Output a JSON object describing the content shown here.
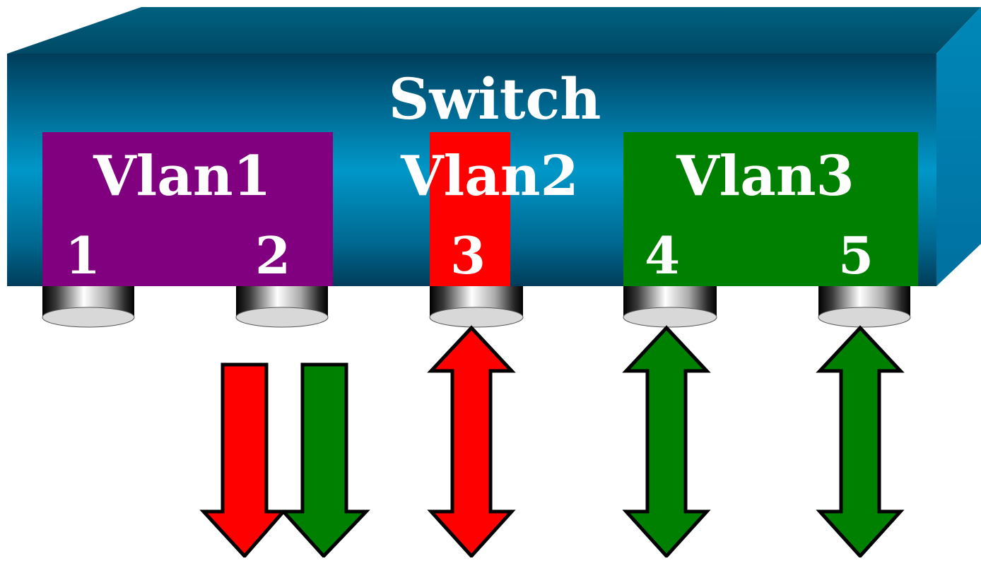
{
  "switch": {
    "label": "Switch",
    "colors": {
      "top": "#005577",
      "front_mid": "#0097c8",
      "front_dark": "#003d5a",
      "side": "#0077a8"
    }
  },
  "vlans": [
    {
      "label": "Vlan1",
      "color": "#800080"
    },
    {
      "label": "Vlan2",
      "color": "#ff0000"
    },
    {
      "label": "Vlan3",
      "color": "#008000"
    }
  ],
  "ports": [
    {
      "label": "1",
      "vlan": "Vlan1"
    },
    {
      "label": "2",
      "vlan": "Vlan1"
    },
    {
      "label": "3",
      "vlan": "Vlan2"
    },
    {
      "label": "4",
      "vlan": "Vlan3"
    },
    {
      "label": "5",
      "vlan": "Vlan3"
    }
  ],
  "arrows": [
    {
      "port": "2",
      "direction": "down",
      "color": "#ff0000"
    },
    {
      "port": "2",
      "direction": "down",
      "color": "#008000"
    },
    {
      "port": "3",
      "direction": "both",
      "color": "#ff0000"
    },
    {
      "port": "4",
      "direction": "both",
      "color": "#008000"
    },
    {
      "port": "5",
      "direction": "both",
      "color": "#008000"
    }
  ]
}
